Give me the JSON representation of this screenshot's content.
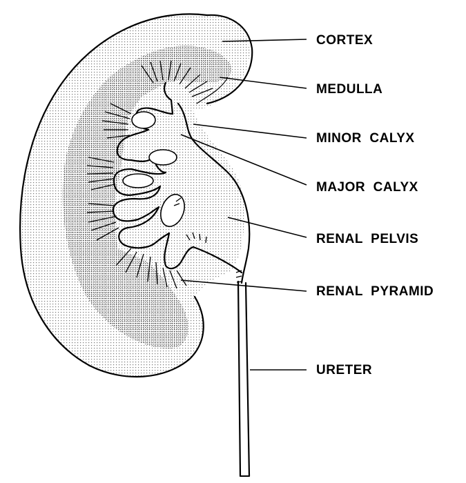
{
  "labels": {
    "cortex": "CORTEX",
    "medulla": "MEDULLA",
    "minor_calyx": "MINOR  CALYX",
    "major_calyx": "MAJOR  CALYX",
    "renal_pelvis": "RENAL  PELVIS",
    "renal_pyramid": "RENAL  PYRAMID",
    "ureter": "URETER"
  },
  "colors": {
    "ink": "#000000",
    "background": "#ffffff"
  }
}
